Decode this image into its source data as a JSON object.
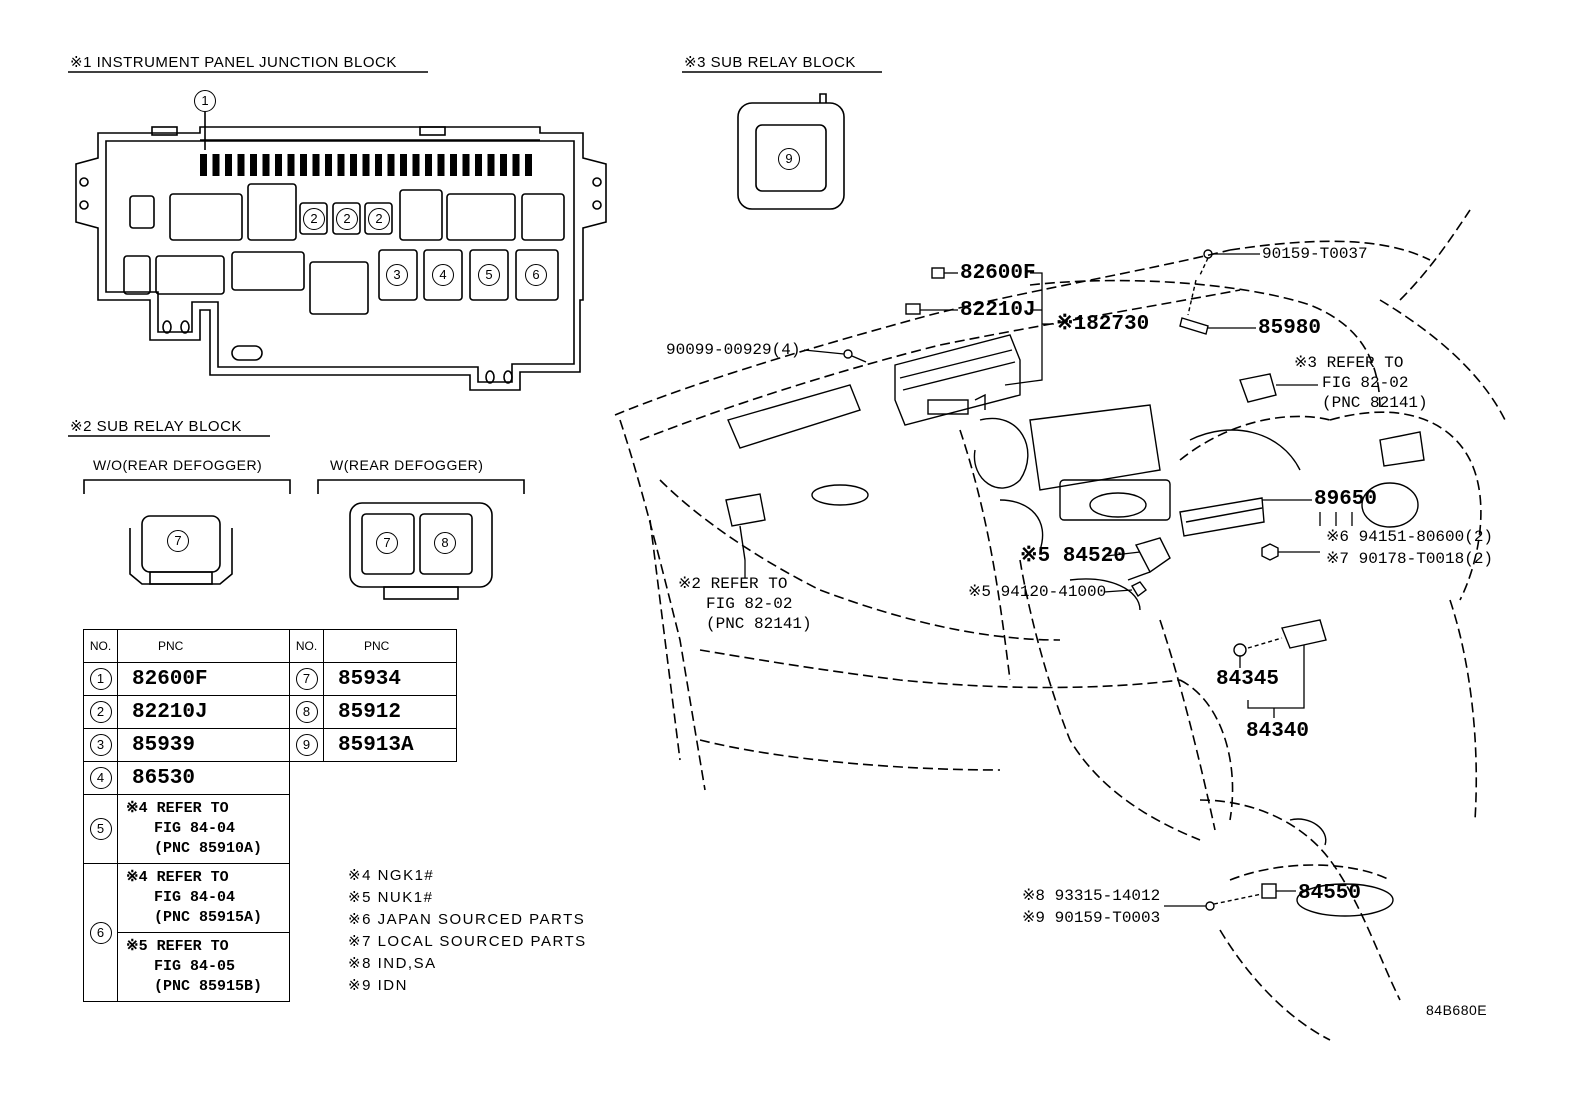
{
  "sections": {
    "ip_junction_block": "※1 INSTRUMENT PANEL JUNCTION BLOCK",
    "sub_relay_block_2": "※2 SUB RELAY BLOCK",
    "sub_relay_block_3": "※3 SUB RELAY BLOCK",
    "wo_rear_defogger": "W/O(REAR DEFOGGER)",
    "w_rear_defogger": "W(REAR DEFOGGER)"
  },
  "block_callouts": [
    "1",
    "2",
    "2",
    "2",
    "3",
    "4",
    "5",
    "6",
    "7",
    "7",
    "8",
    "9"
  ],
  "table": {
    "header_no": "NO.",
    "header_pnc": "PNC",
    "rows_left": [
      {
        "no": "1",
        "pnc": "82600F"
      },
      {
        "no": "2",
        "pnc": "82210J"
      },
      {
        "no": "3",
        "pnc": "85939"
      },
      {
        "no": "4",
        "pnc": "86530"
      }
    ],
    "row5": {
      "no": "5",
      "lines": [
        "※4 REFER TO",
        "FIG 84-04",
        "(PNC 85910A)"
      ]
    },
    "row6": {
      "no": "6",
      "a": [
        "※4 REFER TO",
        "FIG 84-04",
        "(PNC 85915A)"
      ],
      "b": [
        "※5 REFER TO",
        "FIG 84-05",
        "(PNC 85915B)"
      ]
    },
    "rows_right": [
      {
        "no": "7",
        "pnc": "85934"
      },
      {
        "no": "8",
        "pnc": "85912"
      },
      {
        "no": "9",
        "pnc": "85913A"
      }
    ]
  },
  "notes": [
    "※4 NGK1#",
    "※5 NUK1#",
    "※6 JAPAN SOURCED PARTS",
    "※7 LOCAL SOURCED PARTS",
    "※8 IND,SA",
    "※9 IDN"
  ],
  "parts": {
    "p82600F": "82600F",
    "p82210J": "82210J",
    "p82730": "※182730",
    "p90159_T0037": "90159-T0037",
    "p85980": "85980",
    "p90099": "90099-00929(4)",
    "ref3": [
      "※3 REFER TO",
      "FIG 82-02",
      "(PNC 82141)"
    ],
    "p89650": "89650",
    "p94151": "※6 94151-80600(2)",
    "p90178": "※7 90178-T0018(2)",
    "p84520": "※5 84520",
    "ref2": [
      "※2 REFER TO",
      "FIG 82-02",
      "(PNC 82141)"
    ],
    "p94120": "※5 94120-41000",
    "p84345": "84345",
    "p84340": "84340",
    "p93315": "※8 93315-14012",
    "p90159_T0003": "※9 90159-T0003",
    "p84550": "84550"
  },
  "figure_code": "84B680E"
}
